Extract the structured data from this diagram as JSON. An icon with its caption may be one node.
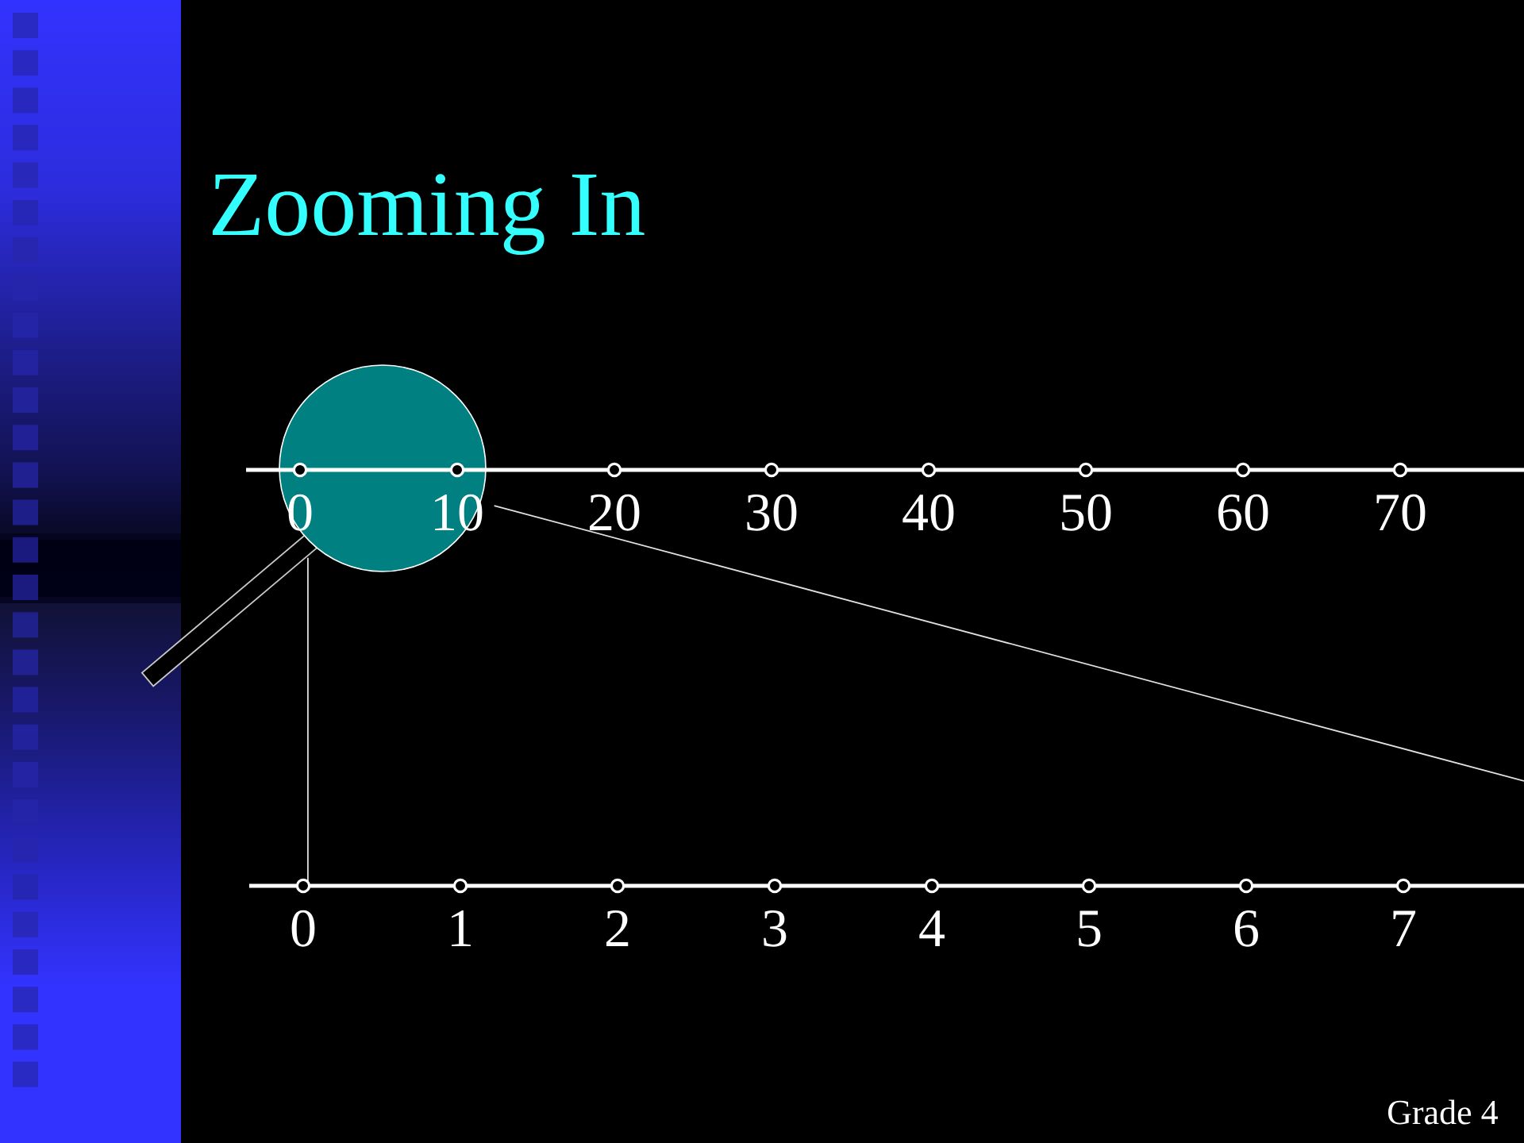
{
  "diagram": {
    "title": "Zooming In",
    "nodes": [
      {
        "text": [],
        "shape": "circle"
      },
      {
        "text": [],
        "shape": "line",
        "beside": [
          "0",
          "10",
          "20",
          "30",
          "40",
          "50",
          "60",
          "70"
        ]
      },
      {
        "text": [],
        "shape": "line",
        "beside": [
          "0",
          "1",
          "2",
          "3",
          "4",
          "5",
          "6",
          "7"
        ]
      }
    ],
    "edges": [
      {
        "from": 0,
        "to": 2,
        "arrow": "none"
      },
      {
        "from": 0,
        "to": null,
        "arrow": "none"
      }
    ],
    "labels": [
      "Grade 4"
    ]
  }
}
